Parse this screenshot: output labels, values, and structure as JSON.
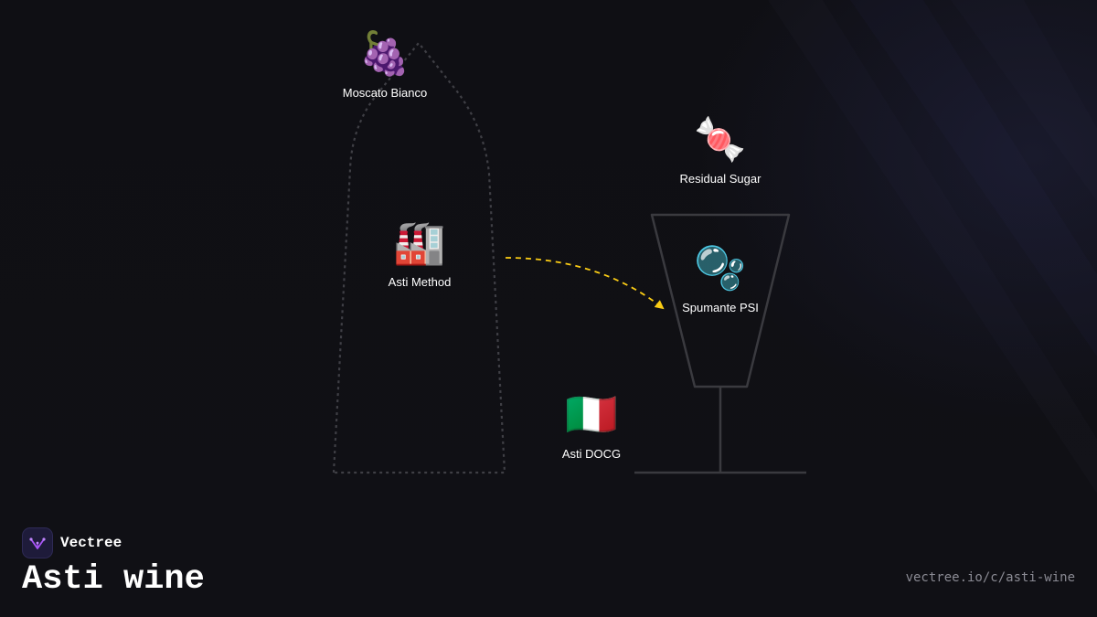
{
  "brand": {
    "name": "Vectree",
    "logo_icon": "vectree-logo-icon",
    "accent": "#a855f7"
  },
  "title": "Asti wine",
  "footer": {
    "url": "vectree.io/c/asti-wine"
  },
  "colors": {
    "background": "#0f0f13",
    "outline": "#3a3a3f",
    "arrow": "#facc15",
    "text": "#ffffff",
    "muted": "#8a8a93"
  },
  "nodes": [
    {
      "id": "moscato",
      "label": "Moscato Bianco",
      "icon": "grapes-icon",
      "glyph": "🍇"
    },
    {
      "id": "asti-method",
      "label": "Asti Method",
      "icon": "factory-icon",
      "glyph": "🏭"
    },
    {
      "id": "residual-sugar",
      "label": "Residual Sugar",
      "icon": "candy-icon",
      "glyph": "🍬"
    },
    {
      "id": "spumante",
      "label": "Spumante PSI",
      "icon": "bubbles-icon",
      "glyph": "🫧"
    },
    {
      "id": "docg",
      "label": "Asti DOCG",
      "icon": "italy-flag-icon",
      "glyph": "🇮🇹"
    }
  ]
}
